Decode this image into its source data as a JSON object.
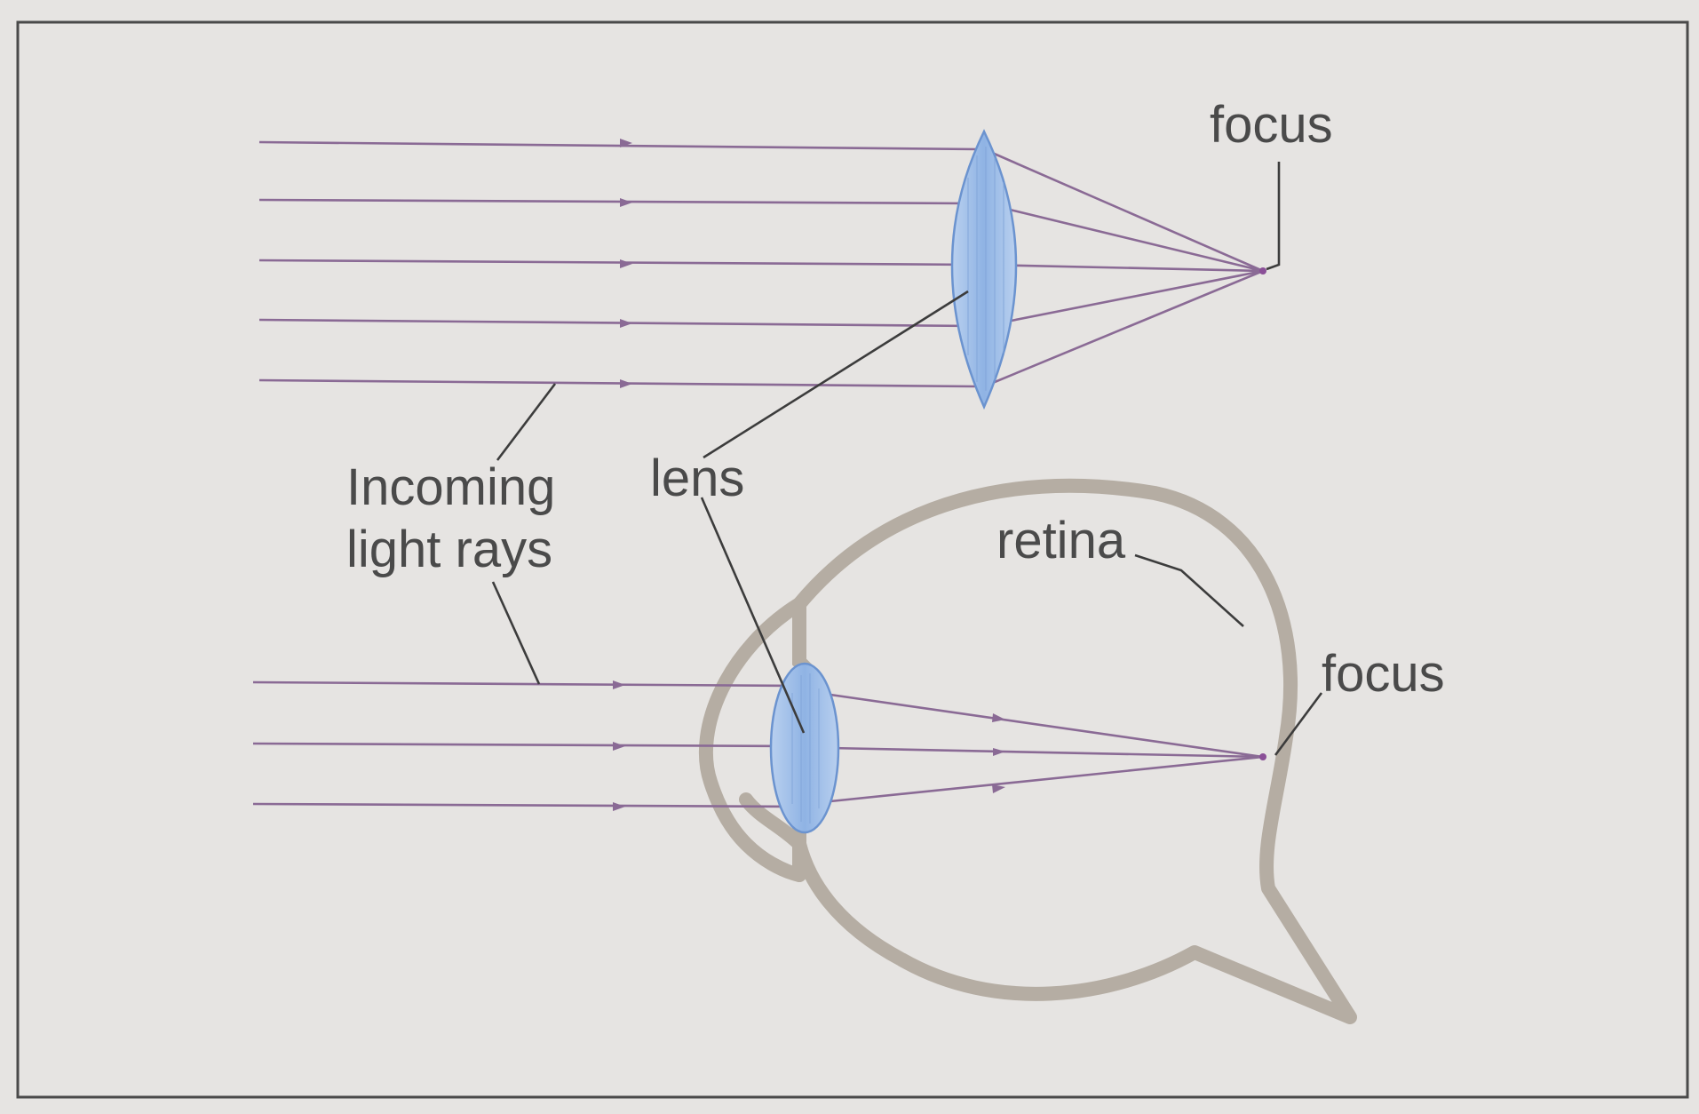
{
  "labels": {
    "focus_top": "focus",
    "lens": "lens",
    "incoming_line1": "Incoming",
    "incoming_line2": "light rays",
    "retina": "retina",
    "focus_eye": "focus"
  },
  "colors": {
    "background": "#e6e4e2",
    "frame": "#4a4a4a",
    "ray": "#8a6a95",
    "lens_fill": "#9bbce6",
    "lens_stroke": "#6b93cf",
    "eye_wall": "#b5ada3",
    "text": "#4a4a4a",
    "leader": "#3c3c3c"
  }
}
